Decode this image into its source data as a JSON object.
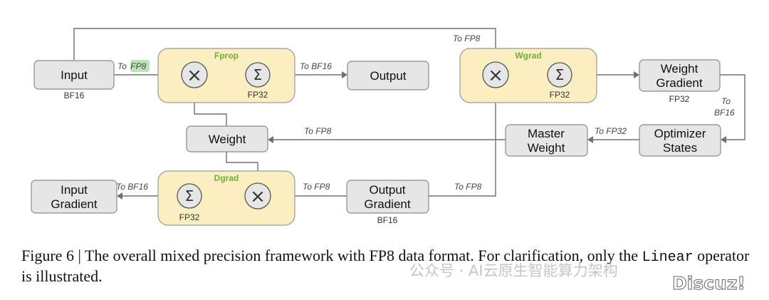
{
  "nodes": {
    "input": "Input",
    "output": "Output",
    "weight": "Weight",
    "input_gradient": [
      "Input",
      "Gradient"
    ],
    "output_gradient": [
      "Output",
      "Gradient"
    ],
    "weight_gradient": [
      "Weight",
      "Gradient"
    ],
    "master_weight": [
      "Master",
      "Weight"
    ],
    "optimizer_states": [
      "Optimizer",
      "States"
    ]
  },
  "groups": {
    "fprop": "Fprop",
    "wgrad": "Wgrad",
    "dgrad": "Dgrad"
  },
  "precision_notes": {
    "input": "BF16",
    "fprop_sum": "FP32",
    "wgrad_sum": "FP32",
    "dgrad_sum": "FP32",
    "weight_gradient": "FP32",
    "output_gradient": "BF16"
  },
  "edge_labels": {
    "input_to_fprop_prefix": "To",
    "input_to_fprop_highlight": "FP8",
    "fprop_to_output": "To BF16",
    "input_to_wgrad": "To FP8",
    "weight_gradient_to_optimizer": [
      "To",
      "BF16"
    ],
    "optimizer_to_master": "To FP32",
    "master_to_weight": "To FP8",
    "dgrad_to_input_gradient": "To BF16",
    "output_gradient_to_dgrad": "To FP8",
    "output_gradient_to_wgrad": "To FP8"
  },
  "operator_glyphs": {
    "multiply": "×",
    "sum": "Σ"
  },
  "caption": {
    "part1": "Figure 6 | The overall mixed precision framework with FP8 data format. For clarification, only the ",
    "code": "Linear",
    "part2": " operator is illustrated."
  },
  "watermark": {
    "text": "公众号 · AI云原生智能算力架构",
    "logo": "Discuz!"
  }
}
